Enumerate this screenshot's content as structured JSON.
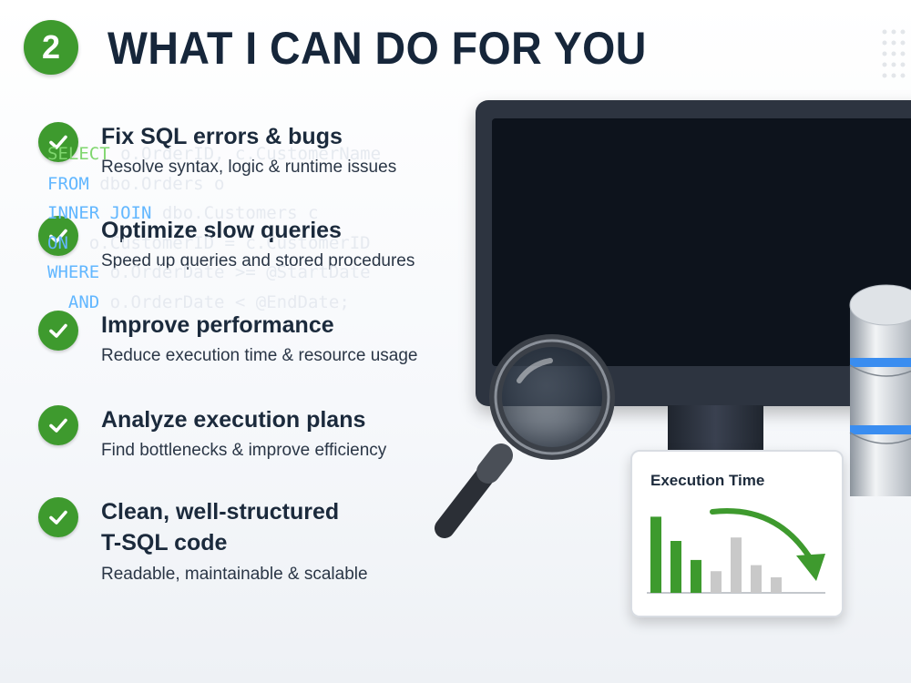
{
  "step": {
    "number": "2"
  },
  "heading": "WHAT I CAN DO FOR YOU",
  "features": [
    {
      "title": "Fix SQL errors & bugs",
      "desc": "Resolve syntax, logic & runtime issues"
    },
    {
      "title": "Optimize slow queries",
      "desc": "Speed up queries and stored procedures"
    },
    {
      "title": "Improve performance",
      "desc": "Reduce execution time & resource usage"
    },
    {
      "title": "Analyze execution plans",
      "desc": "Find bottlenecks & improve efficiency"
    },
    {
      "title_line1": "Clean, well-structured",
      "title_line2": "T-SQL code",
      "desc": "Readable, maintainable & scalable"
    }
  ],
  "code": {
    "l1_kw": "SELECT",
    "l1_rest": " o.OrderID, c.CustomerName",
    "l2_kw": "FROM",
    "l2_rest": " dbo.Orders o",
    "l3_kw": "INNER JOIN",
    "l3_rest": " dbo.Customers c",
    "l4_kw": "ON",
    "l4_rest": "  o.CustomerID = c.CustomerID",
    "l5_kw": "WHERE",
    "l5_rest": " o.OrderDate >= @StartDate",
    "l6_indent": "  ",
    "l6_kw": "AND",
    "l6_rest": " o.OrderDate < @EndDate;"
  },
  "chart_data": {
    "type": "bar",
    "title": "Execution Time",
    "categories": [
      "",
      "",
      "",
      "",
      "",
      "",
      ""
    ],
    "values": [
      88,
      60,
      38,
      25,
      64,
      32,
      18
    ],
    "colors": [
      "#3d9a2d",
      "#3d9a2d",
      "#3d9a2d",
      "#c9c9c9",
      "#c9c9c9",
      "#c9c9c9",
      "#c9c9c9"
    ],
    "ylim": [
      0,
      100
    ],
    "trend_arrow": "down"
  },
  "colors": {
    "green": "#3e9a2e",
    "code_green": "#7fd66e",
    "code_blue": "#62b7ff",
    "screen": "#0d131c"
  },
  "icons": {
    "badge": "number-badge",
    "check": "check-icon",
    "magnifier": "magnifier-icon",
    "database": "database-icon",
    "trend": "down-arrow-icon"
  }
}
